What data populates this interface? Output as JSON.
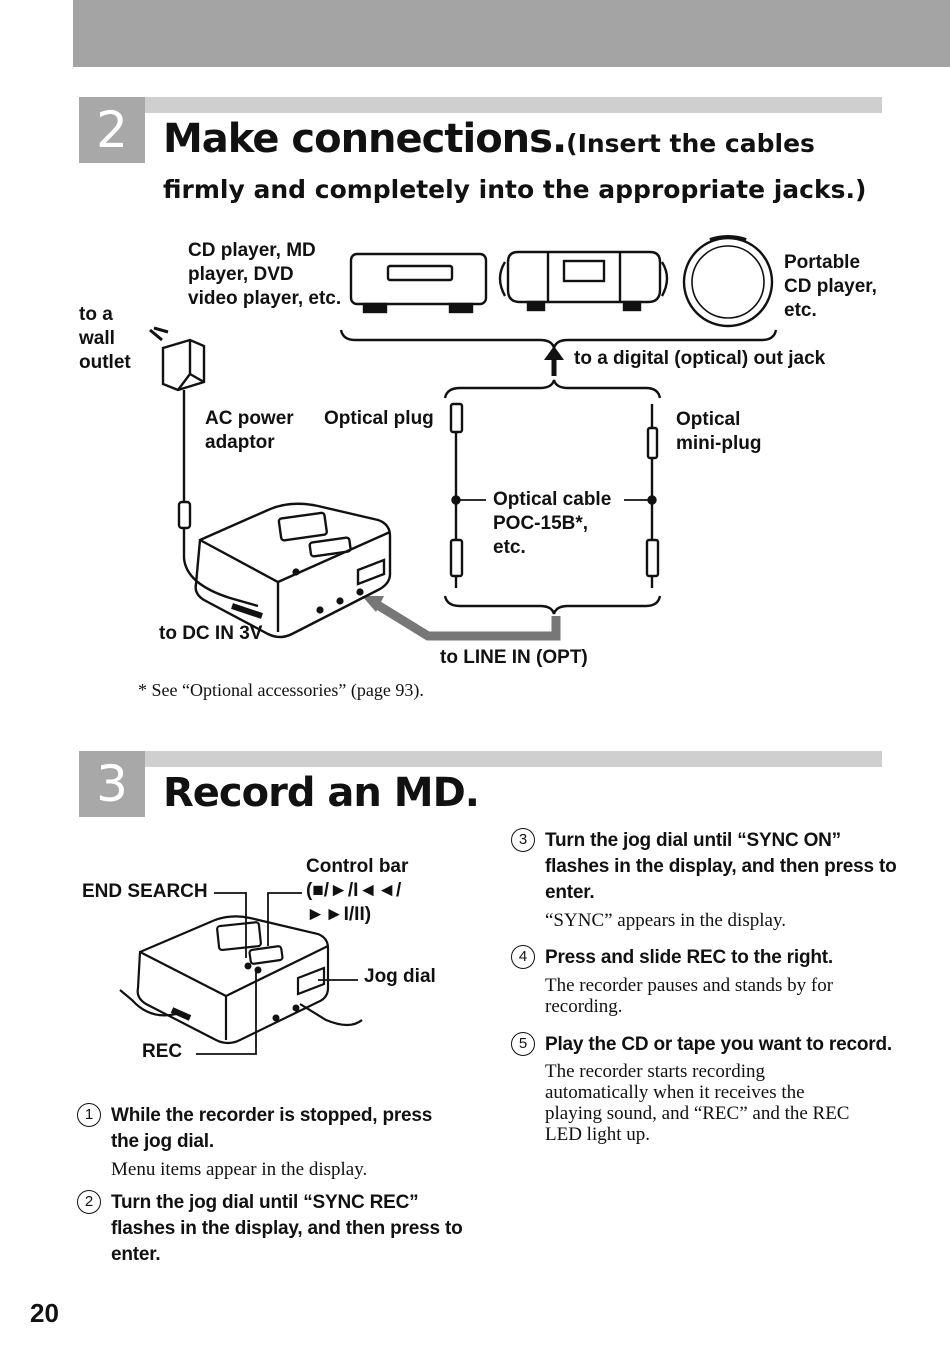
{
  "section2": {
    "number": "2",
    "title": "Make connections.",
    "title_note_1": "(Insert the cables",
    "title_note_2": "firmly and completely into the appropriate jacks.)"
  },
  "diagram1": {
    "source_devices": [
      "CD player, MD",
      "player, DVD",
      "video player, etc."
    ],
    "portable": [
      "Portable",
      "CD player,",
      "etc."
    ],
    "wall": [
      "to a",
      "wall",
      "outlet"
    ],
    "digital_out": "to a digital (optical) out jack",
    "ac_adaptor": [
      "AC power",
      "adaptor"
    ],
    "optical_plug": "Optical plug",
    "optical_mini": [
      "Optical",
      "mini-plug"
    ],
    "optical_cable": [
      "Optical cable",
      "POC-15B*,",
      "etc."
    ],
    "dc_in": "to DC IN 3V",
    "line_in": "to LINE IN (OPT)",
    "footnote": "* See “Optional accessories” (page 93)."
  },
  "section3": {
    "number": "3",
    "title": "Record an MD."
  },
  "diagram2": {
    "end_search": "END SEARCH",
    "control_bar": [
      "Control bar",
      "(■/►/I◄◄/",
      "►►I/II)"
    ],
    "jog_dial": "Jog dial",
    "rec": "REC"
  },
  "steps": [
    {
      "num": "1",
      "title": [
        "While the recorder is stopped, press",
        "the jog dial."
      ],
      "desc": [
        "Menu items appear in the display."
      ]
    },
    {
      "num": "2",
      "title": [
        "Turn the jog dial until “SYNC REC”",
        "flashes in the display, and then press to",
        "enter."
      ],
      "desc": []
    },
    {
      "num": "3",
      "title": [
        "Turn the jog dial until “SYNC ON”",
        "flashes in the display, and then press to",
        "enter."
      ],
      "desc": [
        "“SYNC” appears in the display."
      ]
    },
    {
      "num": "4",
      "title": [
        "Press and slide REC to the right."
      ],
      "desc": [
        "The recorder pauses and stands by for",
        "recording."
      ]
    },
    {
      "num": "5",
      "title": [
        "Play the CD or tape you want to record."
      ],
      "desc": [
        "The recorder starts recording",
        "automatically when it receives the",
        "playing sound, and “REC” and the REC",
        "LED light up."
      ]
    }
  ],
  "page_number": "20"
}
